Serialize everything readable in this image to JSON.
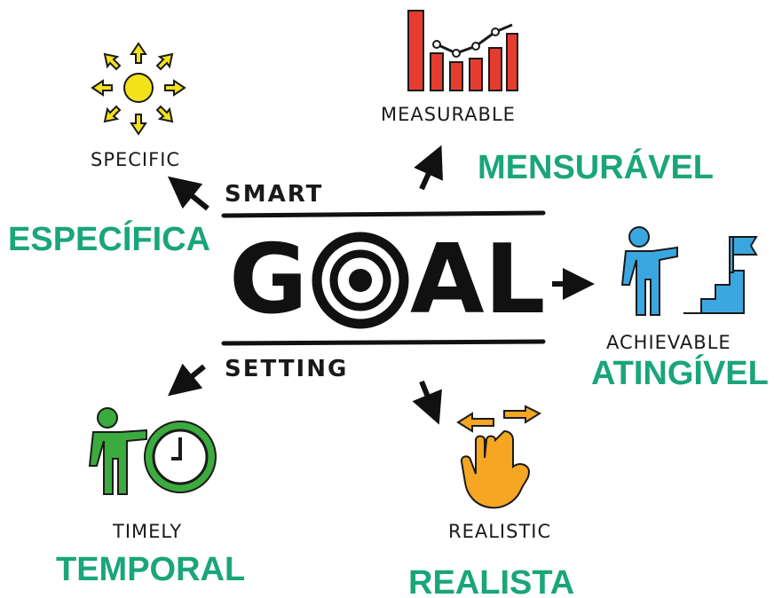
{
  "center": {
    "top_word": "SMART",
    "goal_left": "G",
    "goal_right": "AL",
    "bottom_word": "SETTING"
  },
  "items": {
    "specific": {
      "label": "SPECIFIC",
      "translation": "ESPECÍFICA"
    },
    "measurable": {
      "label": "MEASURABLE",
      "translation": "MENSURÁVEL"
    },
    "achievable": {
      "label": "ACHIEVABLE",
      "translation": "ATINGÍVEL"
    },
    "realistic": {
      "label": "REALISTIC",
      "translation": "REALISTA"
    },
    "timely": {
      "label": "TIMELY",
      "translation": "TEMPORAL"
    }
  },
  "colors": {
    "translation_text": "#1aa57a",
    "specific_icon": "#f2e21a",
    "measurable_icon": "#e63c2f",
    "achievable_icon": "#3aa7e0",
    "realistic_icon": "#f5a623",
    "timely_icon": "#3bab3e",
    "ink": "#111111"
  },
  "icons": {
    "specific": "sun-with-inward-arrows-icon",
    "measurable": "bar-chart-with-trend-line-icon",
    "achievable": "person-pointing-to-stairs-and-flag-icon",
    "realistic": "hand-with-left-right-arrows-icon",
    "timely": "person-pointing-to-clock-icon",
    "goal": "target-bullseye-icon"
  }
}
